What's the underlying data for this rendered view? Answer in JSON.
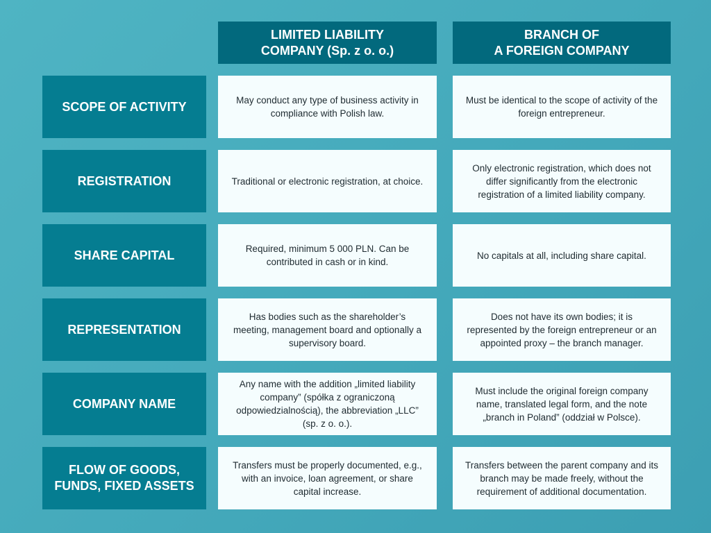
{
  "columns": [
    "LIMITED LIABILITY\nCOMPANY (Sp. z o. o.)",
    "BRANCH OF\nA FOREIGN COMPANY"
  ],
  "rows": [
    {
      "label": "SCOPE OF ACTIVITY",
      "llc": "May conduct any type of business activity in compliance with Polish law.",
      "branch": "Must be identical to the scope of activity of the foreign entrepreneur."
    },
    {
      "label": "REGISTRATION",
      "llc": "Traditional or electronic registration, at choice.",
      "branch": "Only electronic registration, which does not differ significantly from the electronic registration of a limited liability company."
    },
    {
      "label": "SHARE CAPITAL",
      "llc": "Required, minimum 5 000 PLN. Can be contributed in cash or in kind.",
      "branch": "No capitals at all, including share capital."
    },
    {
      "label": "REPRESENTATION",
      "llc": "Has bodies such as the shareholder’s meeting, management board and optionally a supervisory board.",
      "branch": "Does not have its own bodies; it is represented by the foreign entrepreneur or an appointed proxy – the branch manager."
    },
    {
      "label": "COMPANY NAME",
      "llc": "Any name with the addition „limited liability company” (spółka z ograniczoną odpowiedzialnością), the abbreviation „LLC” (sp. z o. o.).",
      "branch": "Must include the original foreign company name, translated legal form, and the note „branch in Poland” (oddział w Polsce)."
    },
    {
      "label": "FLOW OF GOODS,\nFUNDS, FIXED ASSETS",
      "llc": "Transfers must be properly documented, e.g., with an invoice, loan agreement, or share capital increase.",
      "branch": "Transfers between the parent company and its branch may be made freely, without the requirement of additional documentation."
    }
  ]
}
